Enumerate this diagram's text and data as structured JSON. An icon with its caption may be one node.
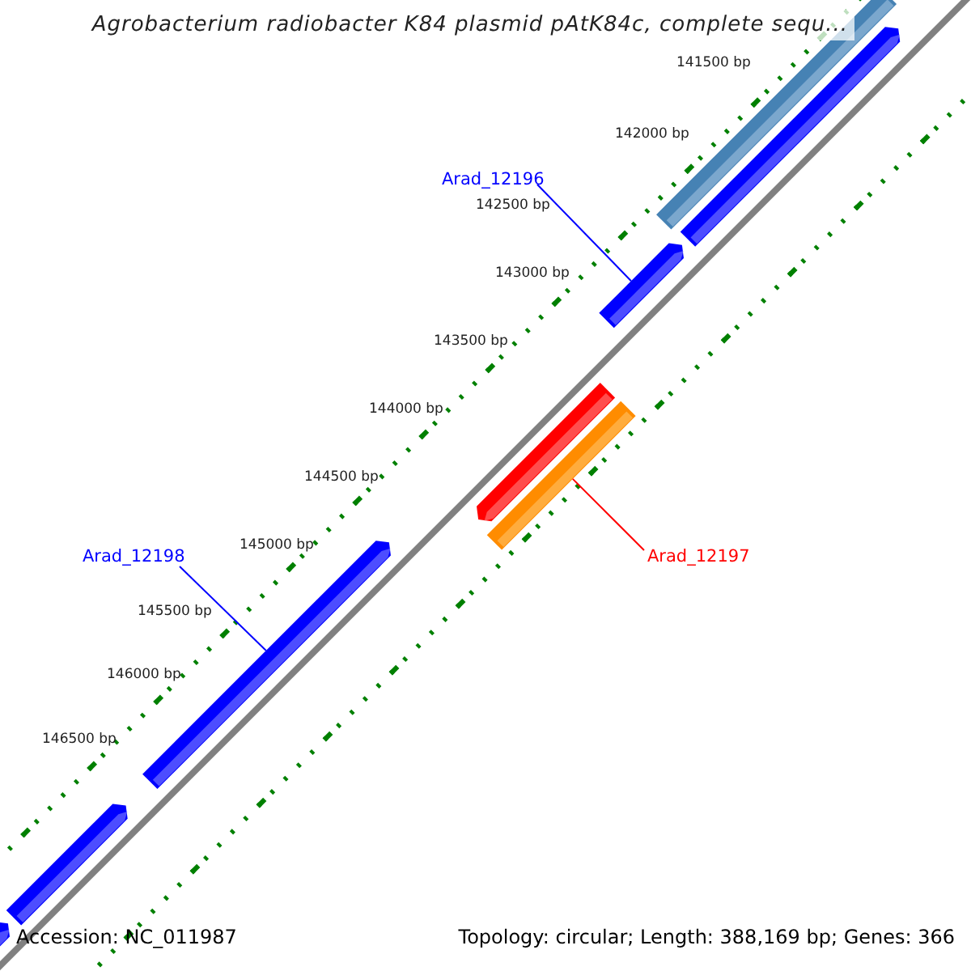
{
  "diagram": {
    "title": "Agrobacterium radiobacter K84 plasmid pAtK84c, complete sequ...",
    "nodes": [
      {
        "text": [],
        "shape": "bar"
      },
      {
        "text": [],
        "shape": "arrow"
      },
      {
        "text": [
          "Arad_12196"
        ]
      },
      {
        "text": [],
        "shape": "arrow"
      },
      {
        "text": [],
        "shape": "arrow"
      },
      {
        "text": [
          "Arad_12197"
        ]
      },
      {
        "text": [],
        "shape": "bar"
      },
      {
        "text": [
          "Arad_12198"
        ]
      },
      {
        "text": [],
        "shape": "arrow"
      },
      {
        "text": [],
        "shape": "arrow"
      },
      {
        "text": [],
        "shape": "arrow"
      }
    ],
    "edges": [
      {
        "from": 2,
        "to": 3,
        "arrow": "none"
      },
      {
        "from": 5,
        "to": 6,
        "arrow": "none",
        "color": "#ff0000"
      },
      {
        "from": 7,
        "to": 8,
        "arrow": "none"
      }
    ],
    "labels": [
      "141500 bp",
      "142000 bp",
      "142500 bp",
      "143000 bp",
      "143500 bp",
      "144000 bp",
      "144500 bp",
      "145000 bp",
      "145500 bp",
      "146000 bp",
      "146500 bp",
      "Accession: NC_011987",
      "Topology: circular; Length: 388,169 bp; Genes: 366"
    ]
  }
}
